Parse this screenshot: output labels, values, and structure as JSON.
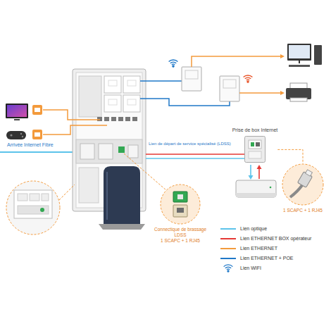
{
  "diagram": {
    "nodes": [
      {
        "text": [
          "Prise de box Internet"
        ]
      },
      {
        "text": [
          "1 SCAPC + 1 RJ45"
        ]
      },
      {
        "text": [
          "Connectique de brassage LDSS",
          "1 SCAPC + 1 RJ45"
        ]
      }
    ],
    "edges": [
      {
        "from": 0,
        "to": 1,
        "arrow": "none"
      }
    ],
    "labels": [
      "Arrivée Internet Fibre",
      "Lien de départ de service spécialisé (LDSS)"
    ],
    "legend": [
      {
        "text": "Lien optique",
        "color": "#5cc3ea"
      },
      {
        "text": "Lien ETHERNET BOX opérateur",
        "color": "#e53935"
      },
      {
        "text": "Lien ETHERNET",
        "color": "#f39a3c"
      },
      {
        "text": "Lien ETHERNET + POE",
        "color": "#1f78c8"
      },
      {
        "text": "Lien WIFI"
      }
    ]
  }
}
